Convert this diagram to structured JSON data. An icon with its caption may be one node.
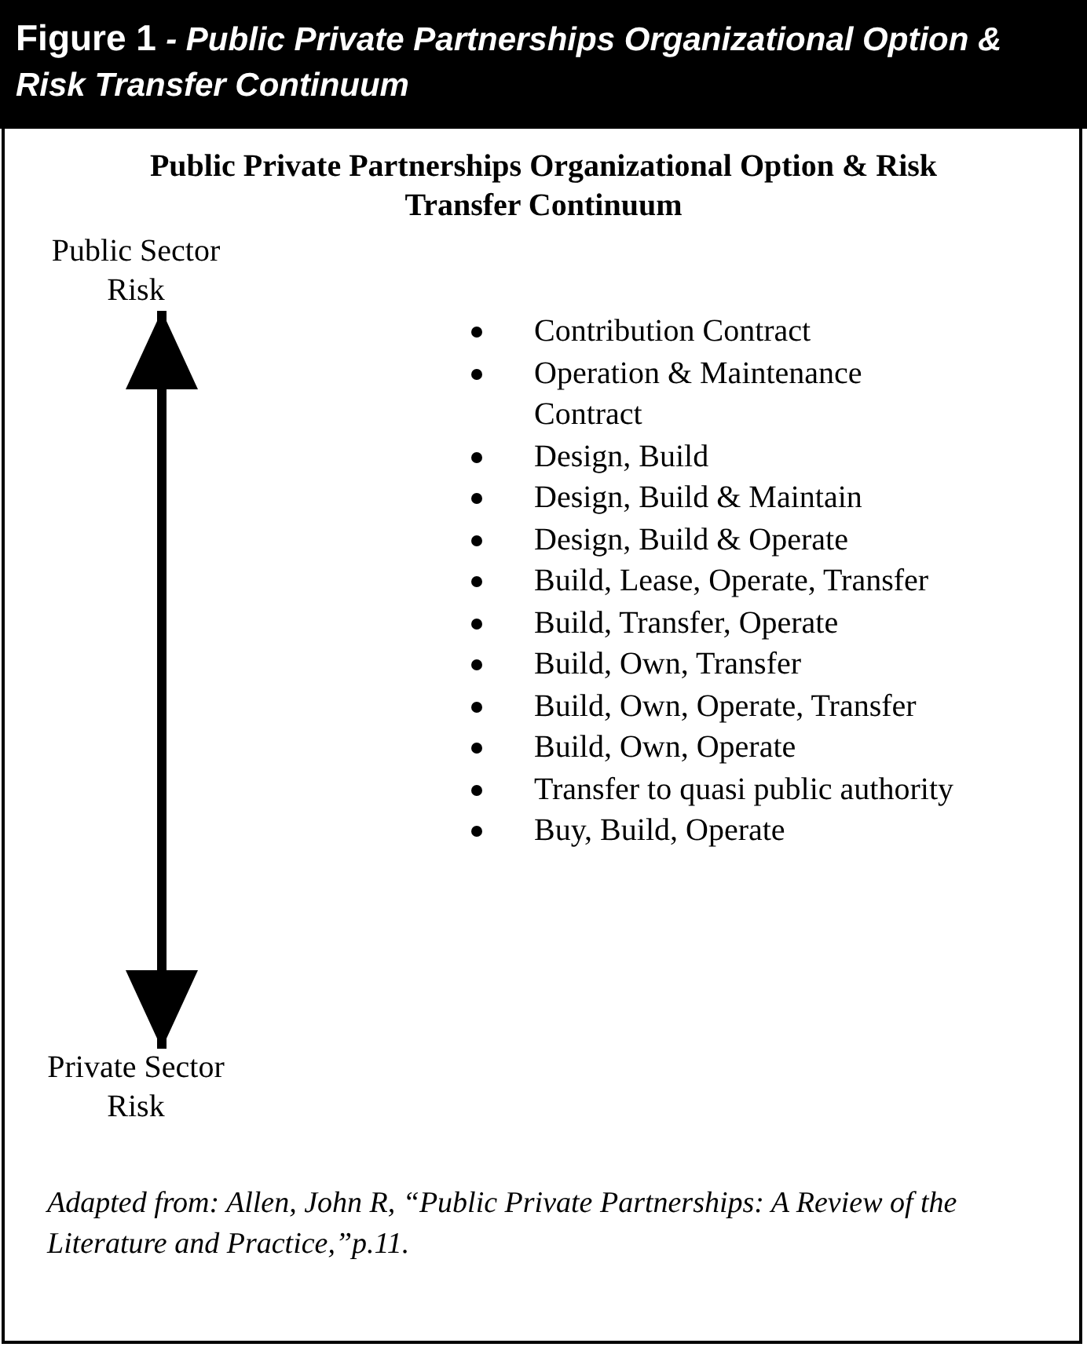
{
  "diagram": {
    "title": "**Figure 1** *- Public Private Partnerships Organizational Option & Risk Transfer Continuum*",
    "caption": "Adapted from:  Allen, John R, “Public Private Partnerships:  A Review of the Literature and Practice,”p.11.",
    "nodes": [
      {
        "text": [
          "Public Sector Risk"
        ]
      },
      {
        "text": [
          "Private Sector Risk"
        ]
      }
    ],
    "edges": [
      {
        "from": 0,
        "to": 1,
        "arrow": "both"
      }
    ],
    "labels": [
      "Public Private Partnerships Organizational Option & Risk Transfer Continuum",
      "Contribution Contract",
      "Operation & Maintenance Contract",
      "Design, Build",
      "Design, Build & Maintain",
      "Design, Build & Operate",
      "Build, Lease, Operate, Transfer",
      "Build, Transfer, Operate",
      "Build, Own, Transfer",
      "Build, Own, Operate, Transfer",
      "Build, Own, Operate",
      "Transfer to quasi public authority",
      "Buy, Build, Operate"
    ]
  }
}
